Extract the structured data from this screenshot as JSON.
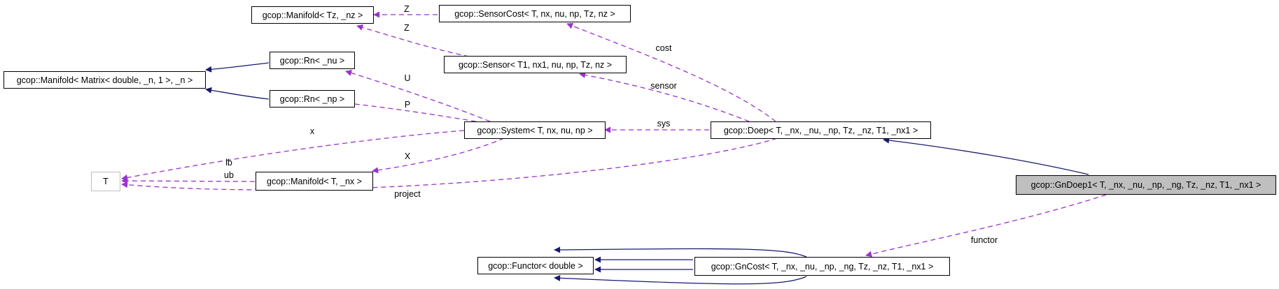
{
  "colors": {
    "inherit": "#191970",
    "use": "#9a32cd",
    "focus_fill": "#bfbfbf",
    "external_border": "#bfbfbf"
  },
  "nodes": {
    "manifold_tz_nz": "gcop::Manifold< Tz, _nz >",
    "sensorcost": "gcop::SensorCost< T, nx, nu, np, Tz, nz >",
    "manifold_matrix": "gcop::Manifold< Matrix< double, _n, 1 >, _n >",
    "rn_nu": "gcop::Rn< _nu >",
    "sensor": "gcop::Sensor< T1, nx1, nu, np, Tz, nz >",
    "rn_np": "gcop::Rn< _np >",
    "system": "gcop::System< T, nx, nu, np >",
    "doep": "gcop::Doep< T, _nx, _nu, _np, Tz, _nz, T1, _nx1 >",
    "t": "T",
    "manifold_t_nx": "gcop::Manifold< T, _nx >",
    "gndoep1": "gcop::GnDoep1< T, _nx, _nu, _np, _ng, Tz, _nz, T1, _nx1 >",
    "functor": "gcop::Functor< double >",
    "gncost": "gcop::GnCost< T, _nx, _nu, _np, _ng, Tz, _nz, T1, _nx1 >"
  },
  "edge_labels": {
    "z_top": "Z",
    "z_sensor": "Z",
    "cost": "cost",
    "sensor": "sensor",
    "u": "U",
    "p": "P",
    "x_lower": "x",
    "sys": "sys",
    "x_upper": "X",
    "lb": "lb",
    "ub": "ub",
    "project": "project",
    "functor": "functor"
  }
}
